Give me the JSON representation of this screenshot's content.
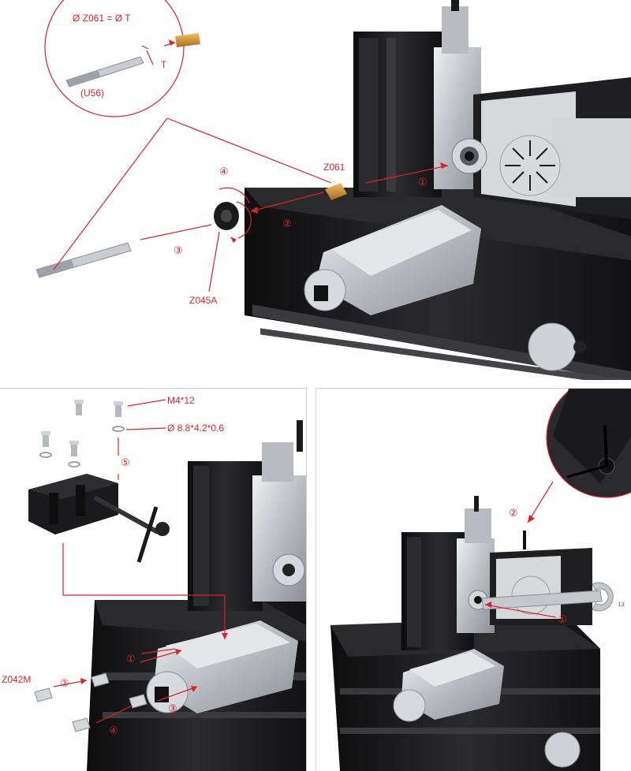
{
  "top": {
    "callout_formula": "Ø Z061 = Ø T",
    "callout_t": "T",
    "callout_part": "(U56)",
    "label_z061": "Z061",
    "label_z045a": "Z045A",
    "step1": "①",
    "step2": "②",
    "step3": "③",
    "step4": "④"
  },
  "bottom_left": {
    "label_screw": "M4*12",
    "label_washer": "Ø 8.8*4.2*0.6",
    "label_nut": "Z042M",
    "step1": "①",
    "step2": "②",
    "step3": "③",
    "step4": "④",
    "step5": "⑤"
  },
  "bottom_right": {
    "step1": "①",
    "step2": "②",
    "wrench_mark": "13"
  },
  "colors": {
    "annotation_red": "#d8232a",
    "machine_black": "#1c1c1e",
    "aluminum": "#c9ccd0",
    "brass": "#c98a2a"
  }
}
